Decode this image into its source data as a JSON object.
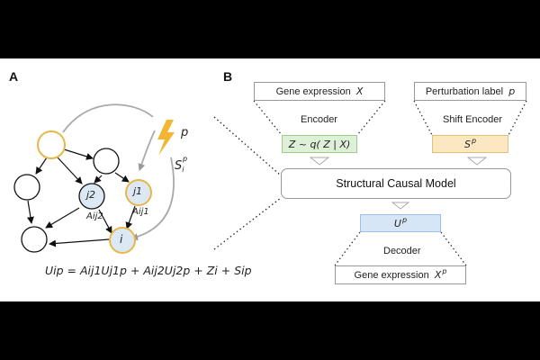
{
  "panel_a": {
    "letter": "A",
    "perturbation_symbol": "p",
    "shift_symbol": "S",
    "shift_sub": "i",
    "shift_sup": "p",
    "node_j2": "j2",
    "node_j1": "j1",
    "node_i": "i",
    "edge_a_ij2": "Aij2",
    "edge_a_ij1": "Aij1",
    "equation": "Uip = Aij1Uj1p + Aij2Uj2p + Zi + Sip"
  },
  "panel_b": {
    "letter": "B",
    "gene_expression_input": "Gene expression",
    "gene_expression_input_var": "X",
    "encoder_label": "Encoder",
    "latent_box": "Z ~ q( Z | X)",
    "perturbation_label": "Perturbation label",
    "perturbation_var": "p",
    "shift_encoder_label": "Shift Encoder",
    "shift_box_var": "S",
    "shift_box_sup": "p",
    "scm_label": "Structural Causal Model",
    "u_box_var": "U",
    "u_box_sup": "p",
    "decoder_label": "Decoder",
    "gene_expression_output": "Gene expression",
    "gene_expression_output_var": "X",
    "gene_expression_output_sup": "p"
  },
  "colors": {
    "node_highlight_border": "#e6b84a",
    "node_highlight_fill": "#dce9f5",
    "latent_fill": "#dff0d8",
    "latent_border": "#9ccc8a",
    "shift_fill": "#fbe8c2",
    "shift_border": "#e0c27a",
    "u_fill": "#d6e6f7",
    "u_border": "#9dbfe3",
    "lightning": "#f2b632"
  }
}
